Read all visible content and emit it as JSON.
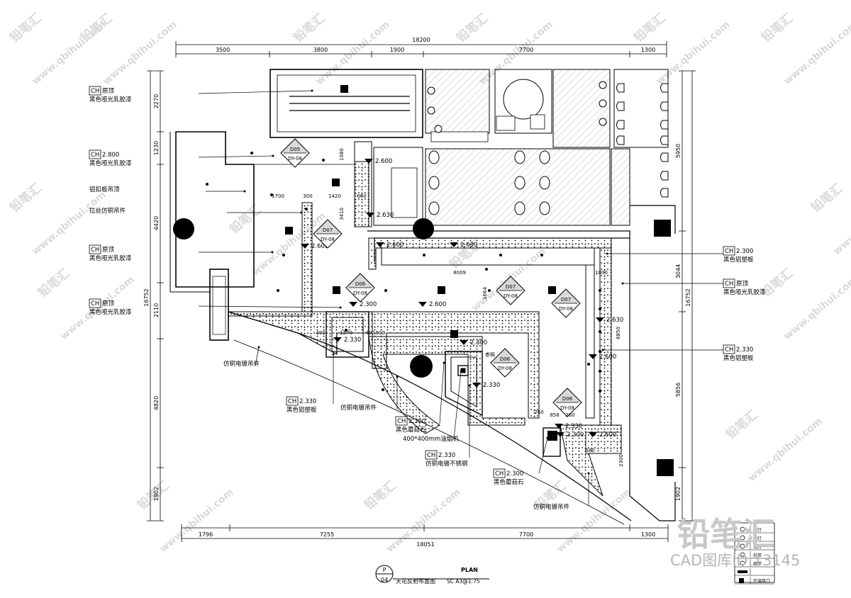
{
  "dimensions": {
    "top_total": "18200",
    "top": [
      "3500",
      "3800",
      "1900",
      "7700",
      "1300"
    ],
    "bottom_total": "18051",
    "bottom": [
      "1796",
      "7255",
      "7700",
      "1300"
    ],
    "left_total": "16752",
    "left": [
      "2270",
      "1230",
      "4420",
      "2110",
      "4820",
      "1902"
    ],
    "right_total": "16752",
    "right": [
      "5950",
      "3044",
      "5856",
      "1902"
    ],
    "inner": [
      "1080",
      "1700",
      "300",
      "1420",
      "660",
      "3410",
      "8009",
      "1000",
      "1664",
      "6850",
      "400",
      "1270",
      "400",
      "600",
      "260",
      "858",
      "260",
      "580",
      "2300"
    ]
  },
  "left_callouts": [
    {
      "ch": "CH",
      "value": "原顶",
      "note": "黑色哑光乳胶漆"
    },
    {
      "ch": "CH",
      "value": "2.800",
      "note": "黑色哑光乳胶漆"
    },
    {
      "ch": "",
      "value": "",
      "note": "铝扣板吊顶"
    },
    {
      "ch": "",
      "value": "",
      "note": "拉丝仿铜吊件"
    },
    {
      "ch": "CH",
      "value": "原顶",
      "note": "黑色哑光乳胶漆"
    },
    {
      "ch": "CH",
      "value": "原顶",
      "note": "黑色哑光乳胶漆"
    },
    {
      "ch": "",
      "value": "",
      "note": "仿铜电镀吊件"
    }
  ],
  "right_callouts": [
    {
      "ch": "CH",
      "value": "2.300",
      "note": "黑色铝塑板"
    },
    {
      "ch": "CH",
      "value": "原顶",
      "note": "黑色哑光乳胶漆"
    },
    {
      "ch": "CH",
      "value": "2.330",
      "note": "黑色铝塑板"
    }
  ],
  "bottom_callouts": [
    {
      "ch": "CH",
      "value": "2.330",
      "note": "黑色铝塑板"
    },
    {
      "ch": "",
      "value": "",
      "note": "仿铜电镀吊件"
    },
    {
      "ch": "CH",
      "value": "2.300",
      "note": "黑色蘑菇石"
    },
    {
      "ch": "",
      "value": "",
      "note": "400*400mm油烟机"
    },
    {
      "ch": "CH",
      "value": "2.330",
      "note": "仿铜电镀不锈钢"
    },
    {
      "ch": "CH",
      "value": "2.300",
      "note": "黑色蘑菇石"
    },
    {
      "ch": "",
      "value": "",
      "note": "仿铜电镀吊件"
    }
  ],
  "level_marks": [
    "2.600",
    "2.630",
    "2.600",
    "2.600",
    "2.630",
    "2.300",
    "2.600",
    "2.330",
    "2.300",
    "2.330",
    "2.630",
    "2.600",
    "2.300",
    "2.600",
    "2.330"
  ],
  "symbols": [
    {
      "code": "D05",
      "ref": "DY-08"
    },
    {
      "code": "D07",
      "ref": "DY-08"
    },
    {
      "code": "D06",
      "ref": "DY-08"
    },
    {
      "code": "D07",
      "ref": "DY-08"
    },
    {
      "code": "D07",
      "ref": "DY-08"
    },
    {
      "code": "D06",
      "ref": "DY-08"
    },
    {
      "code": "D06",
      "ref": "DY-08"
    }
  ],
  "note_ref": "参照",
  "title": {
    "sheet_letter": "P",
    "sheet_number": "04",
    "name": "天花反射布置图",
    "scale": "SC A3@1:75",
    "plan": "PLAN"
  },
  "legend": [
    "射灯",
    "筒灯",
    "花灯",
    "灯带",
    "扁带",
    "",
    "空调风口"
  ],
  "watermark": {
    "brand": "铅笔汇",
    "cad_id": "CAD图库ID:13145",
    "site": "www.qbihui.com"
  }
}
